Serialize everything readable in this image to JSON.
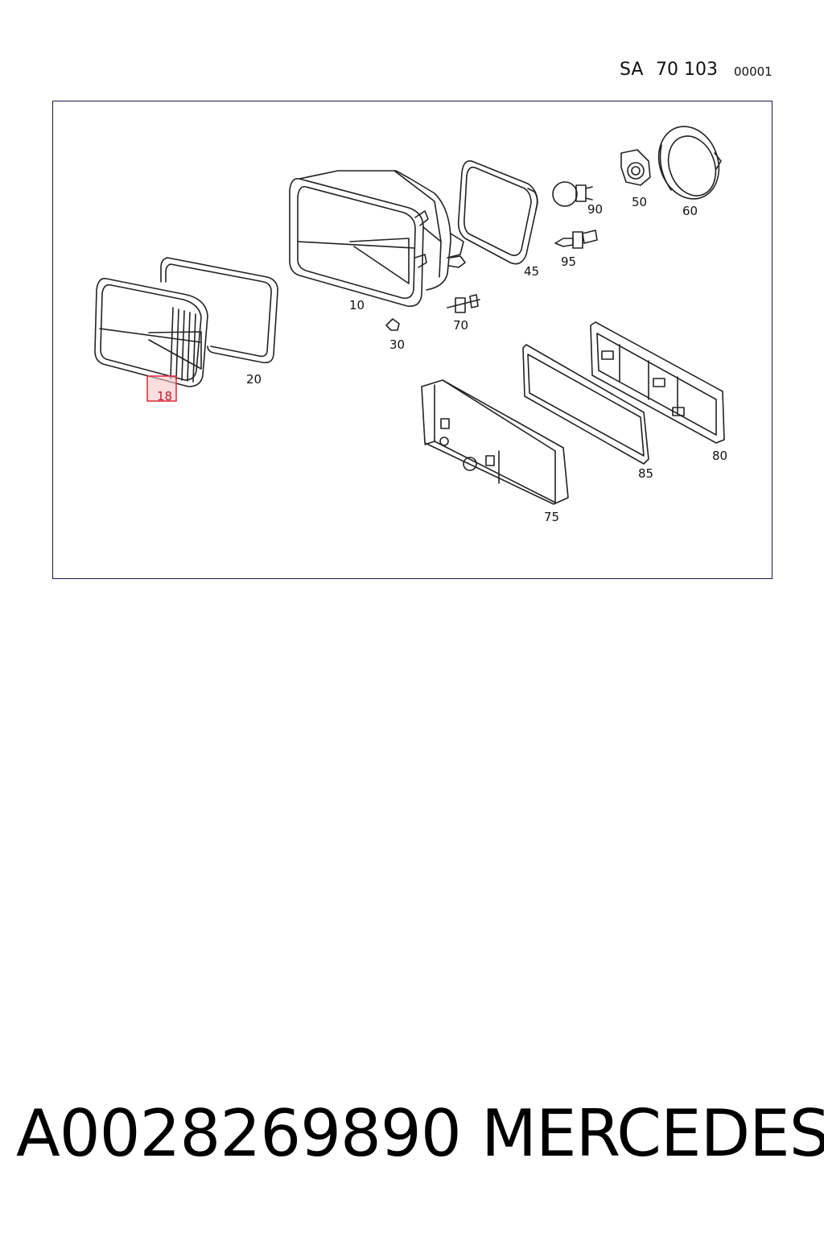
{
  "header": {
    "sa": "SA",
    "group": "70 103",
    "page": "00001"
  },
  "diagram": {
    "highlight_color": "#e02a35",
    "callouts": [
      "10",
      "18",
      "20",
      "30",
      "45",
      "50",
      "60",
      "70",
      "75",
      "80",
      "85",
      "90",
      "95"
    ],
    "highlighted_callout": "18"
  },
  "footer": {
    "part_number": "A0028269890",
    "brand": "MERCEDES"
  }
}
